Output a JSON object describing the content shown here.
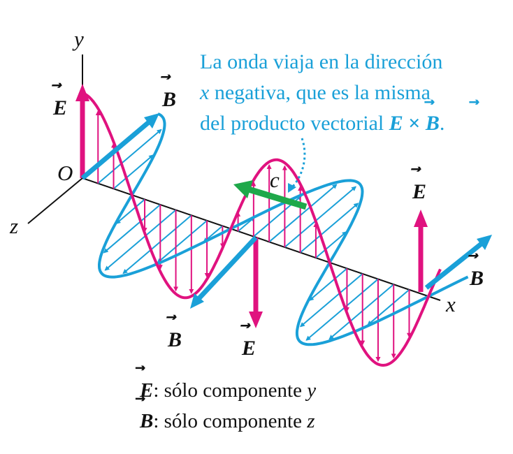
{
  "axes": {
    "x": "x",
    "y": "y",
    "z": "z",
    "origin": "O"
  },
  "vectors": {
    "E": "E",
    "B": "B",
    "arrow": "⃗"
  },
  "speed_label": "c",
  "annotation": {
    "line1": "La onda viaja en la dirección",
    "line2_var": "x",
    "line2_rest": " negativa, que es la misma",
    "line3_text": "del producto vectorial ",
    "line3_E": "E",
    "line3_times": " × ",
    "line3_B": "B",
    "line3_end": "."
  },
  "caption": {
    "line1_vec": "E",
    "line1_text": ": sólo componente ",
    "line1_var": "y",
    "line2_vec": "B",
    "line2_text": ": sólo componente ",
    "line2_var": "z"
  },
  "colors": {
    "E_field": "#e0127f",
    "B_field": "#1aa0d8",
    "velocity": "#1fa84a",
    "axis": "#111111"
  }
}
